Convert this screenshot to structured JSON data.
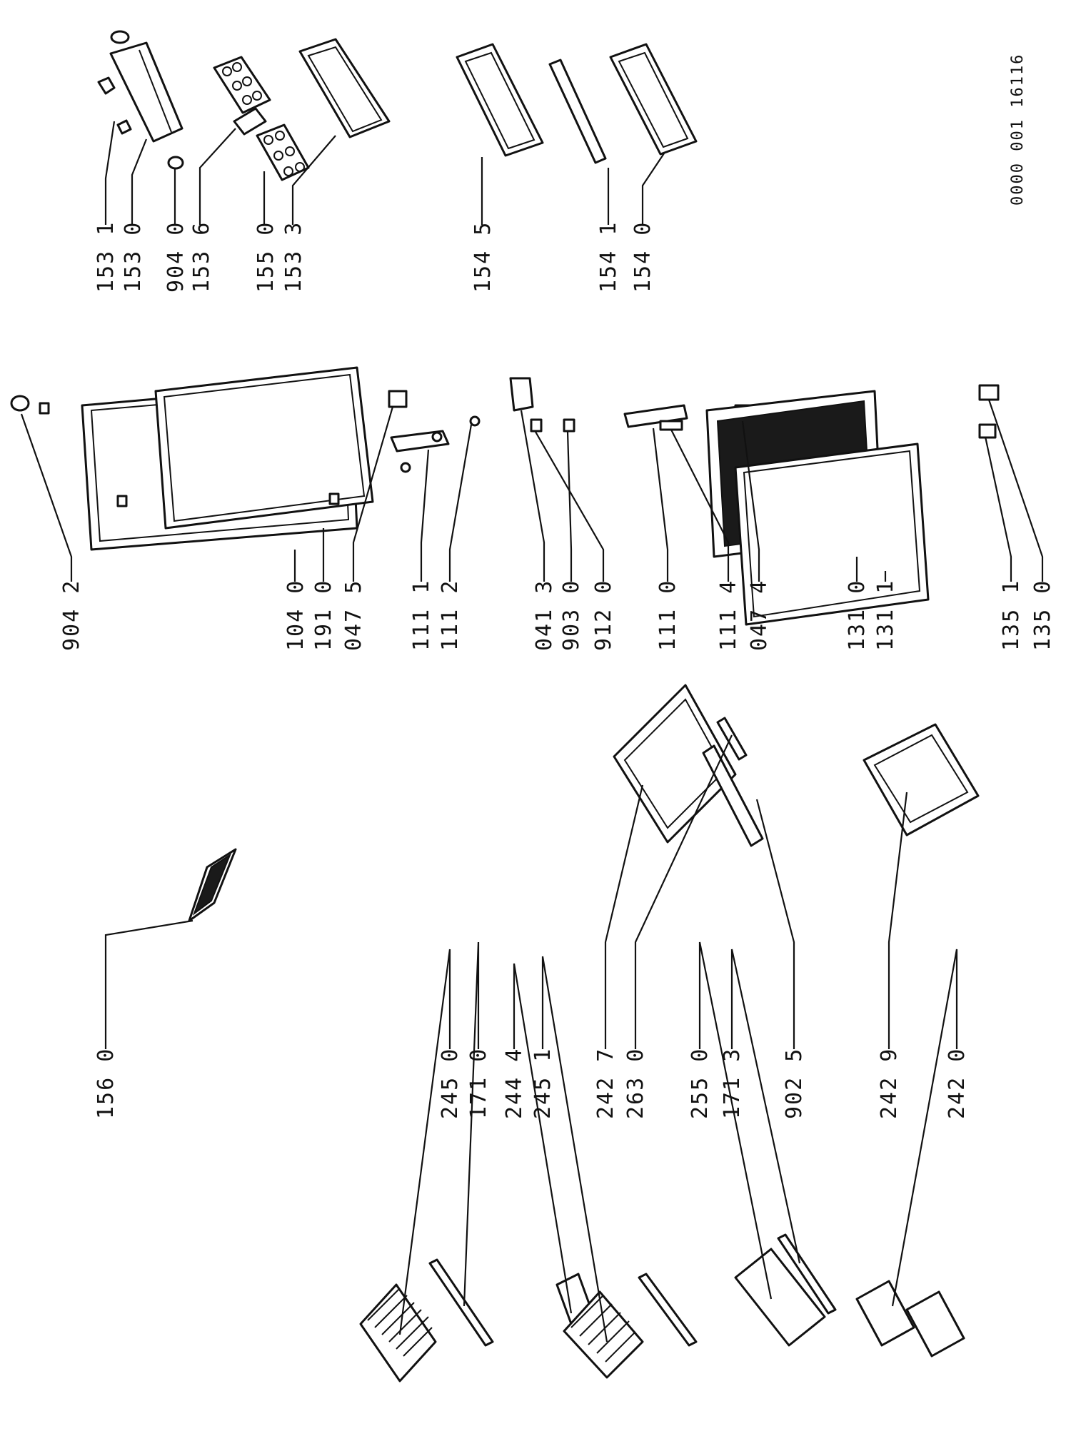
{
  "document_number": "0000 001 16116",
  "parts": [
    {
      "id": "p1531",
      "number": "153 1"
    },
    {
      "id": "p1530",
      "number": "153 0"
    },
    {
      "id": "p9040",
      "number": "904 0"
    },
    {
      "id": "p1536",
      "number": "153 6"
    },
    {
      "id": "p1550",
      "number": "155 0"
    },
    {
      "id": "p1533",
      "number": "153 3"
    },
    {
      "id": "p1545",
      "number": "154 5"
    },
    {
      "id": "p1541",
      "number": "154 1"
    },
    {
      "id": "p1540",
      "number": "154 0"
    },
    {
      "id": "p9042",
      "number": "904 2"
    },
    {
      "id": "p1040",
      "number": "104 0"
    },
    {
      "id": "p1910",
      "number": "191 0"
    },
    {
      "id": "p0475",
      "number": "047 5"
    },
    {
      "id": "p1111",
      "number": "111 1"
    },
    {
      "id": "p1112",
      "number": "111 2"
    },
    {
      "id": "p0413",
      "number": "041 3"
    },
    {
      "id": "p9030",
      "number": "903 0"
    },
    {
      "id": "p9120",
      "number": "912 0"
    },
    {
      "id": "p1110",
      "number": "111 0"
    },
    {
      "id": "p1114",
      "number": "111 4"
    },
    {
      "id": "p0474",
      "number": "047 4"
    },
    {
      "id": "p1310",
      "number": "131 0"
    },
    {
      "id": "p1311",
      "number": "131 1"
    },
    {
      "id": "p1351",
      "number": "135 1"
    },
    {
      "id": "p1350",
      "number": "135 0"
    },
    {
      "id": "p1560",
      "number": "156 0"
    },
    {
      "id": "p2450",
      "number": "245 0"
    },
    {
      "id": "p1710",
      "number": "171 0"
    },
    {
      "id": "p2444",
      "number": "244 4"
    },
    {
      "id": "p2451",
      "number": "245 1"
    },
    {
      "id": "p2427",
      "number": "242 7"
    },
    {
      "id": "p2630",
      "number": "263 0"
    },
    {
      "id": "p2550",
      "number": "255 0"
    },
    {
      "id": "p1713",
      "number": "171 3"
    },
    {
      "id": "p9025",
      "number": "902 5"
    },
    {
      "id": "p2429",
      "number": "242 9"
    },
    {
      "id": "p2420",
      "number": "242 0"
    }
  ]
}
